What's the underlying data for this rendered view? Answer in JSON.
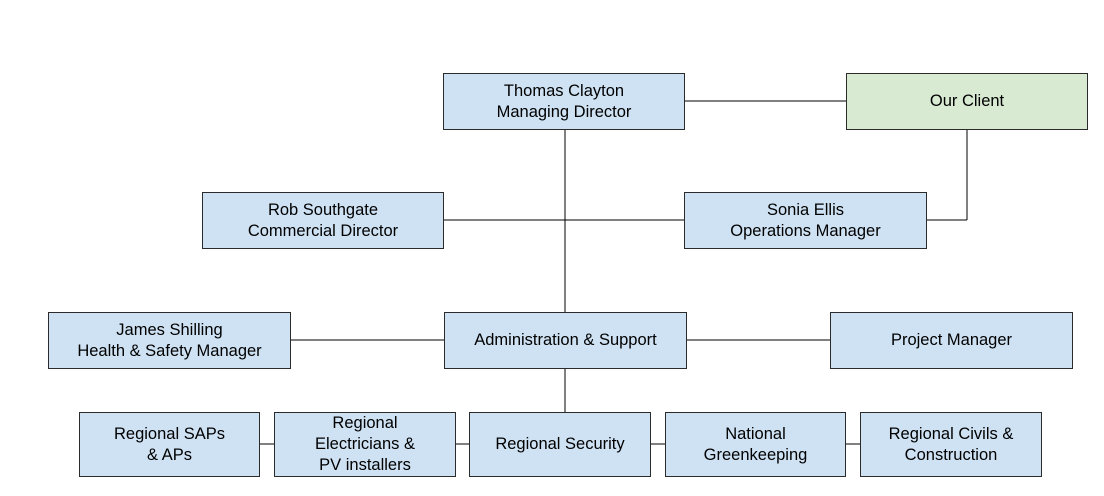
{
  "org_chart": {
    "managing_director": {
      "line1": "Thomas Clayton",
      "line2": "Managing Director"
    },
    "client": {
      "line1": "Our Client"
    },
    "commercial_director": {
      "line1": "Rob Southgate",
      "line2": "Commercial Director"
    },
    "operations_manager": {
      "line1": "Sonia Ellis",
      "line2": "Operations Manager"
    },
    "health_safety_manager": {
      "line1": "James Shilling",
      "line2": "Health & Safety Manager"
    },
    "admin_support": {
      "line1": "Administration & Support"
    },
    "project_manager": {
      "line1": "Project Manager"
    },
    "regional_saps": {
      "line1": "Regional SAPs",
      "line2": "& APs"
    },
    "regional_electricians": {
      "line1": "Regional",
      "line2": "Electricians &",
      "line3": "PV installers"
    },
    "regional_security": {
      "line1": "Regional Security"
    },
    "national_greenkeeping": {
      "line1": "National",
      "line2": "Greenkeeping"
    },
    "regional_civils": {
      "line1": "Regional Civils &",
      "line2": "Construction"
    }
  },
  "colors": {
    "box_fill": "#cfe2f3",
    "client_fill": "#d9ead3",
    "border": "#2b2b2b",
    "line": "#000000"
  }
}
